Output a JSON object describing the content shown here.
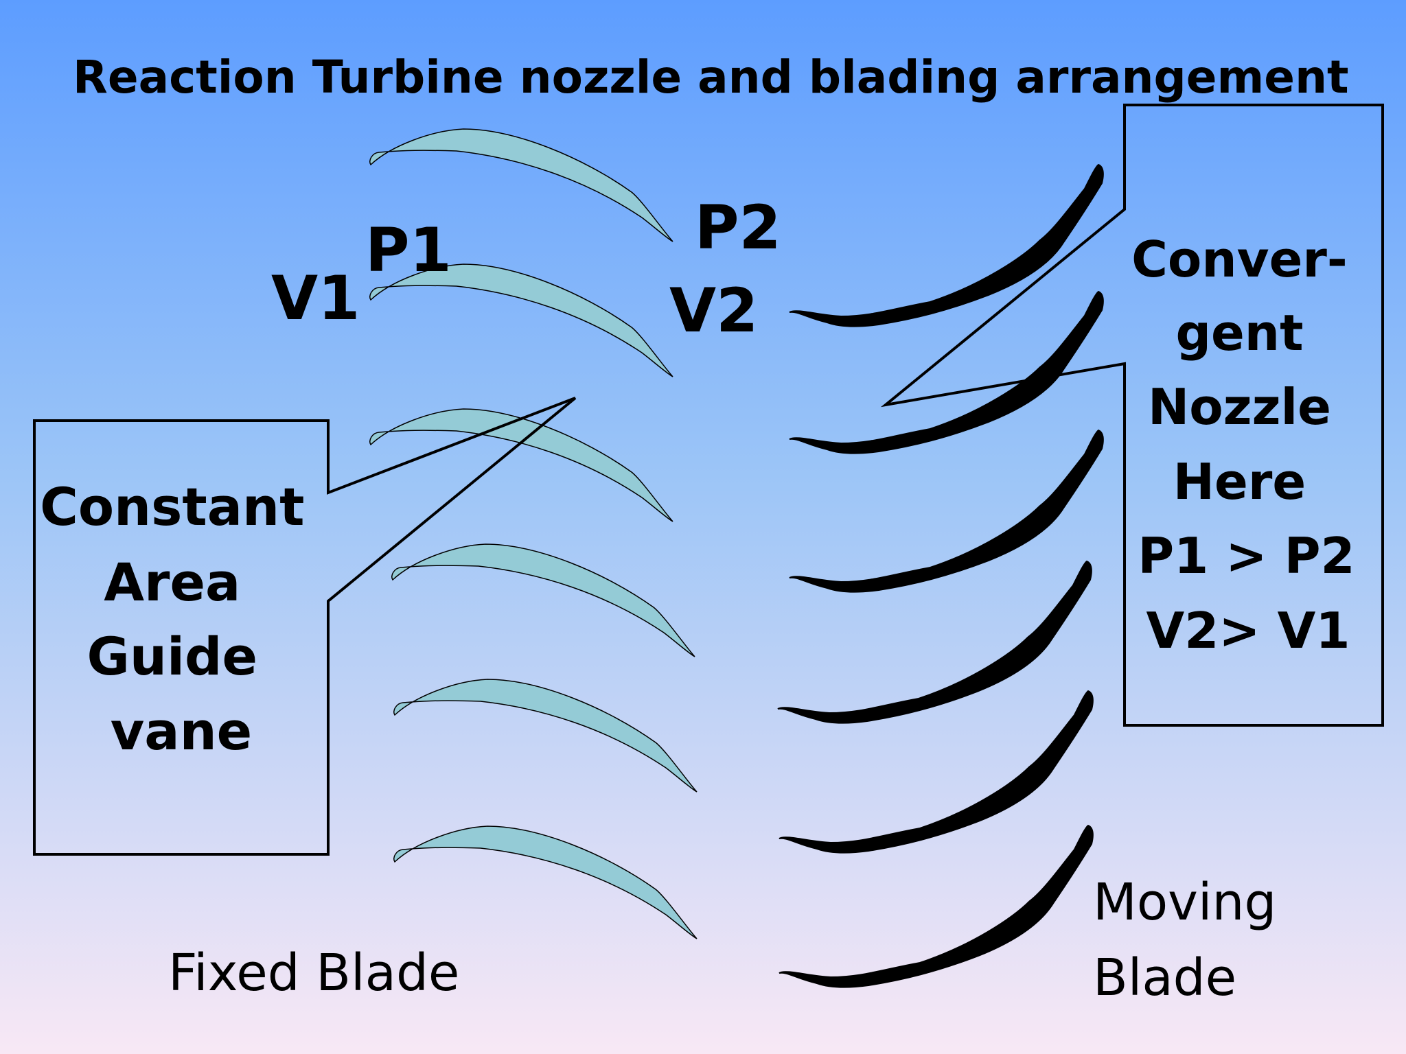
{
  "slide": {
    "title": "Reaction Turbine nozzle and blading arrangement",
    "background_top": "#5d9dff",
    "background_bottom": "#f7e9f6"
  },
  "labels": {
    "p1": "P1",
    "v1": "V1",
    "p2": "P2",
    "v2": "V2",
    "fixed_blade": "Fixed Blade",
    "moving_blade_line1": "Moving",
    "moving_blade_line2": "Blade"
  },
  "callout_left": {
    "lines": [
      "Constant",
      "Area",
      "Guide",
      "vane"
    ]
  },
  "callout_right": {
    "lines": [
      "Conver-",
      "gent",
      "Nozzle",
      "Here",
      "P1 > P2",
      "V2> V1"
    ]
  },
  "colors": {
    "fixed_blade_fill": "#94cbd6",
    "moving_blade_fill": "#000000",
    "outline": "#000000"
  }
}
